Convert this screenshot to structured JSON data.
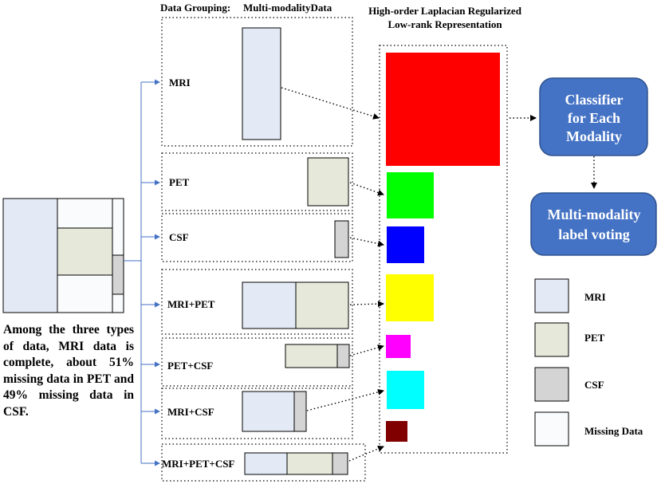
{
  "titles": {
    "data_grouping": "Data Grouping:",
    "multimodality": "Multi-modalityData",
    "hol_line1": "High-order Laplacian Regularized",
    "hol_line2": "Low-rank Representation"
  },
  "groups": [
    {
      "label": "MRI"
    },
    {
      "label": "PET"
    },
    {
      "label": "CSF"
    },
    {
      "label": "MRI+PET"
    },
    {
      "label": "PET+CSF"
    },
    {
      "label": "MRI+CSF"
    },
    {
      "label": "MRI+PET+CSF"
    }
  ],
  "classifier": {
    "line1": "Classifier",
    "line2": "for Each",
    "line3": "Modality"
  },
  "voting": {
    "line1": "Multi-modality",
    "line2": "label voting"
  },
  "legend": [
    {
      "label": "MRI",
      "color": "#e3eaf6"
    },
    {
      "label": "PET",
      "color": "#e6e8da"
    },
    {
      "label": "CSF",
      "color": "#d4d4d4"
    },
    {
      "label": "Missing Data",
      "color": "#fafbfc"
    }
  ],
  "note": "Among the three types of data, MRI data is complete, about 51% missing data in PET and 49% missing data in CSF.",
  "colors": {
    "mri": "#e3eaf6",
    "pet": "#e6e8da",
    "csf": "#d4d4d4",
    "missing": "#fafbfc",
    "connector": "#4472c4",
    "node_fill": "#4472c4",
    "node_text": "#ffffff",
    "representation": [
      "#ff0000",
      "#00ff00",
      "#0000ff",
      "#ffff00",
      "#ff00ff",
      "#00ffff",
      "#800000"
    ]
  }
}
